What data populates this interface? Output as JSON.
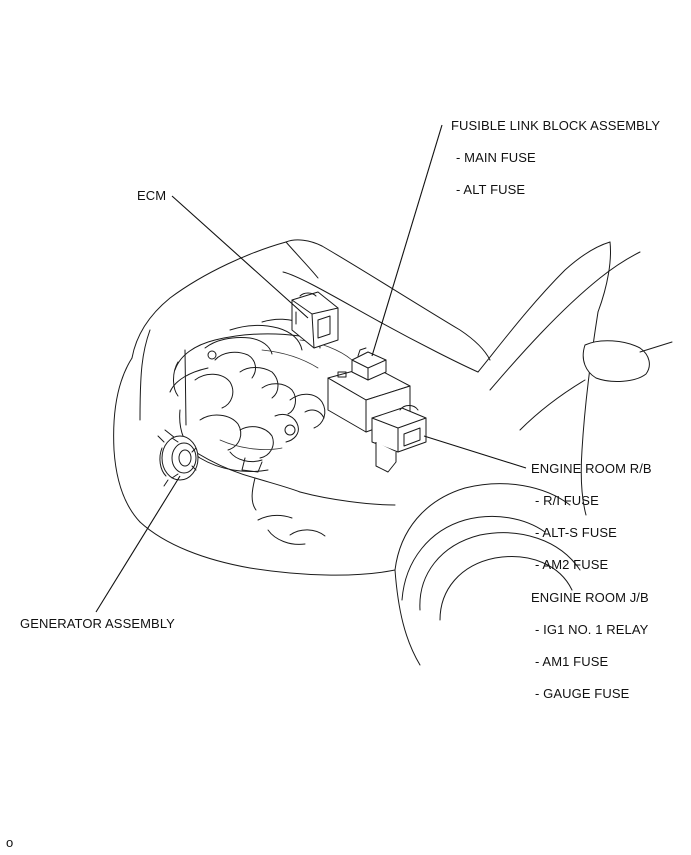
{
  "labels": {
    "fusible_link_block": {
      "title": "FUSIBLE LINK BLOCK ASSEMBLY",
      "items": [
        "- MAIN FUSE",
        "- ALT FUSE"
      ]
    },
    "ecm": "ECM",
    "engine_room_rb": {
      "title": "ENGINE ROOM R/B",
      "items": [
        "- R/I FUSE",
        "- ALT-S FUSE",
        "- AM2 FUSE"
      ]
    },
    "engine_room_jb": {
      "title": "ENGINE ROOM J/B",
      "items": [
        "- IG1 NO. 1 RELAY",
        "- AM1 FUSE",
        "- GAUGE FUSE"
      ]
    },
    "generator": "GENERATOR ASSEMBLY"
  },
  "corner_mark": "o"
}
